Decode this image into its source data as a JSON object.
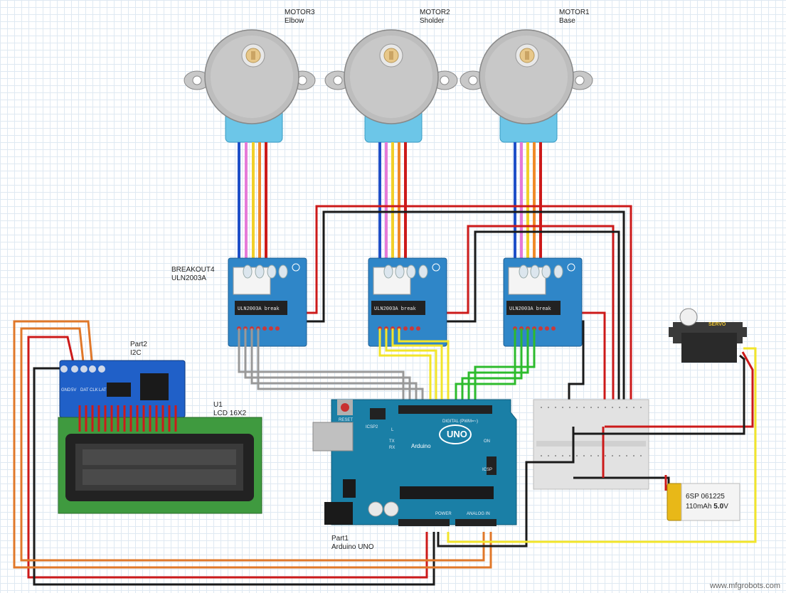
{
  "motors": [
    {
      "name": "MOTOR3",
      "role": "Elbow"
    },
    {
      "name": "MOTOR2",
      "role": "Sholder"
    },
    {
      "name": "MOTOR1",
      "role": "Base"
    }
  ],
  "driver": {
    "ref": "BREAKOUT4",
    "part": "ULN2003A",
    "chip_label": "ULN2003A break"
  },
  "i2c": {
    "ref": "Part2",
    "name": "I2C",
    "pins": [
      "GND",
      "5V",
      "DAT",
      "CLK",
      "LAT"
    ]
  },
  "lcd": {
    "ref": "U1",
    "name": "LCD 16X2"
  },
  "arduino": {
    "ref": "Part1",
    "name": "Arduino UNO",
    "logo_text": "UNO",
    "brand": "Arduino",
    "labels": {
      "reset": "RESET",
      "icsp2": "ICSP2",
      "digital": "DIGITAL (PWM=~)",
      "power": "POWER",
      "analog": "ANALOG IN",
      "tx": "TX",
      "rx": "RX",
      "l": "L",
      "on": "ON",
      "icsp": "ICSP"
    }
  },
  "servo": {
    "label": "SERVO"
  },
  "battery": {
    "line1": "6SP 061225",
    "line2_prefix": "110mAh ",
    "line2_bold": "5.0",
    "line2_suffix": "V"
  },
  "watermark": "www.mfgrobots.com",
  "colors": {
    "pcb_blue": "#2f86c8",
    "wire_red": "#cc1a1a",
    "wire_black": "#1a1a1a",
    "wire_orange": "#e0782a",
    "wire_yellow": "#f2e52a",
    "wire_green": "#2dbb2d",
    "wire_gray": "#999999",
    "uno_teal": "#1a7fa6",
    "lcd_green": "#3f9a3f"
  }
}
